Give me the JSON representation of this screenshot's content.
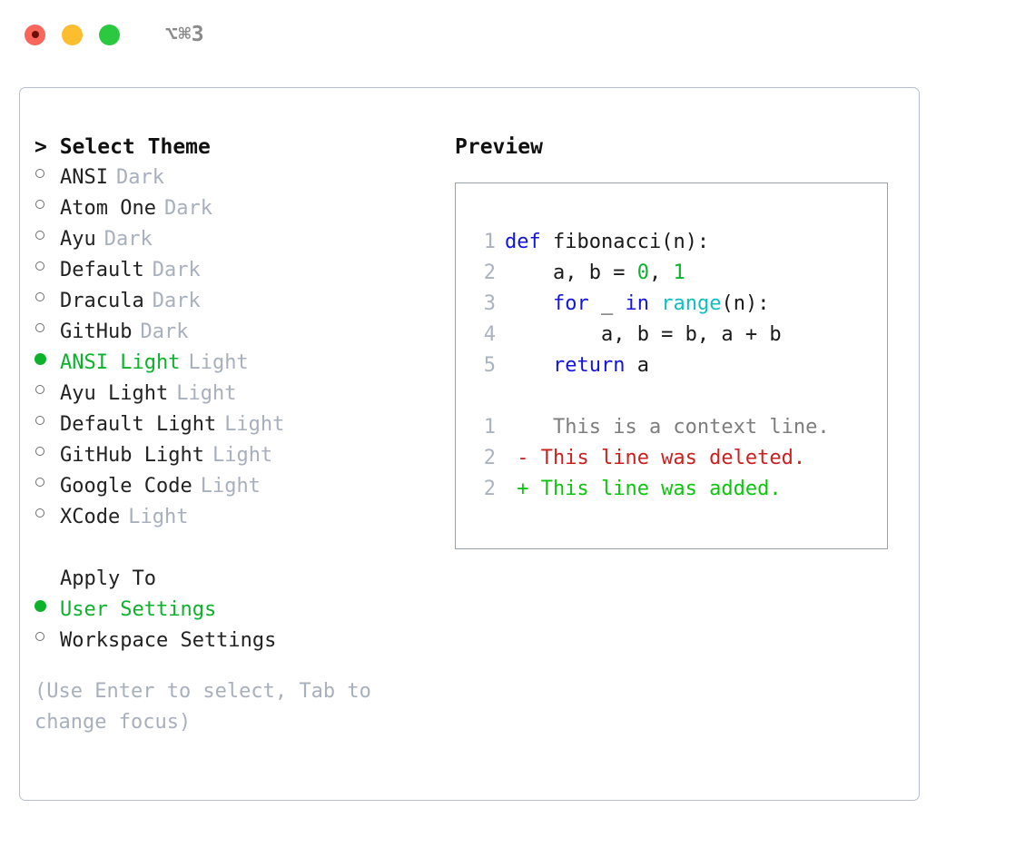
{
  "window": {
    "shortcut": "⌥⌘3",
    "traffic_lights": [
      "close-red",
      "minimize-yellow",
      "maximize-green"
    ]
  },
  "left": {
    "title": "> Select Theme",
    "themes": [
      {
        "marker": "○",
        "name": "ANSI",
        "category": "Dark",
        "selected": false
      },
      {
        "marker": "○",
        "name": "Atom One",
        "category": "Dark",
        "selected": false
      },
      {
        "marker": "○",
        "name": "Ayu",
        "category": "Dark",
        "selected": false
      },
      {
        "marker": "○",
        "name": "Default",
        "category": "Dark",
        "selected": false
      },
      {
        "marker": "○",
        "name": "Dracula",
        "category": "Dark",
        "selected": false
      },
      {
        "marker": "○",
        "name": "GitHub",
        "category": "Dark",
        "selected": false
      },
      {
        "marker": "●",
        "name": "ANSI Light",
        "category": "Light",
        "selected": true
      },
      {
        "marker": "○",
        "name": "Ayu Light",
        "category": "Light",
        "selected": false
      },
      {
        "marker": "○",
        "name": "Default Light",
        "category": "Light",
        "selected": false
      },
      {
        "marker": "○",
        "name": "GitHub Light",
        "category": "Light",
        "selected": false
      },
      {
        "marker": "○",
        "name": "Google Code",
        "category": "Light",
        "selected": false
      },
      {
        "marker": "○",
        "name": "XCode",
        "category": "Light",
        "selected": false
      }
    ],
    "apply_to_label": "Apply To",
    "apply_to": [
      {
        "marker": "●",
        "name": "User Settings",
        "selected": true
      },
      {
        "marker": "○",
        "name": "Workspace Settings",
        "selected": false
      }
    ],
    "hint": "(Use Enter to select, Tab to change focus)"
  },
  "right": {
    "title": "Preview",
    "code_lines": [
      {
        "no": "1",
        "tokens": [
          {
            "t": "def",
            "c": "kw"
          },
          {
            "t": " fibonacci(n):",
            "c": "txt"
          }
        ]
      },
      {
        "no": "2",
        "tokens": [
          {
            "t": "    a, b = ",
            "c": "txt"
          },
          {
            "t": "0",
            "c": "num"
          },
          {
            "t": ", ",
            "c": "txt"
          },
          {
            "t": "1",
            "c": "num"
          }
        ]
      },
      {
        "no": "3",
        "tokens": [
          {
            "t": "    ",
            "c": "txt"
          },
          {
            "t": "for",
            "c": "kw"
          },
          {
            "t": " _ ",
            "c": "txt"
          },
          {
            "t": "in",
            "c": "kw"
          },
          {
            "t": " ",
            "c": "txt"
          },
          {
            "t": "range",
            "c": "fn"
          },
          {
            "t": "(n):",
            "c": "txt"
          }
        ]
      },
      {
        "no": "4",
        "tokens": [
          {
            "t": "        a, b = b, a + b",
            "c": "txt"
          }
        ]
      },
      {
        "no": "5",
        "tokens": [
          {
            "t": "    ",
            "c": "txt"
          },
          {
            "t": "return",
            "c": "kw"
          },
          {
            "t": " a",
            "c": "txt"
          }
        ]
      }
    ],
    "diff_lines": [
      {
        "no": "1",
        "sign": " ",
        "text": "  This is a context line.",
        "kind": "ctx"
      },
      {
        "no": "2",
        "sign": "-",
        "text": " This line was deleted.",
        "kind": "del"
      },
      {
        "no": "2",
        "sign": "+",
        "text": " This line was added.",
        "kind": "add"
      }
    ]
  },
  "colors": {
    "accent_green": "#0cb22c",
    "muted": "#a8b0bd",
    "keyword_blue": "#1414e0",
    "function_cyan": "#10bfc1",
    "number_green": "#0cb22c",
    "diff_delete_red": "#cc1f1f",
    "diff_add_green": "#0ec50e",
    "panel_border": "#b6bfcb",
    "preview_border": "#98a3b2"
  }
}
